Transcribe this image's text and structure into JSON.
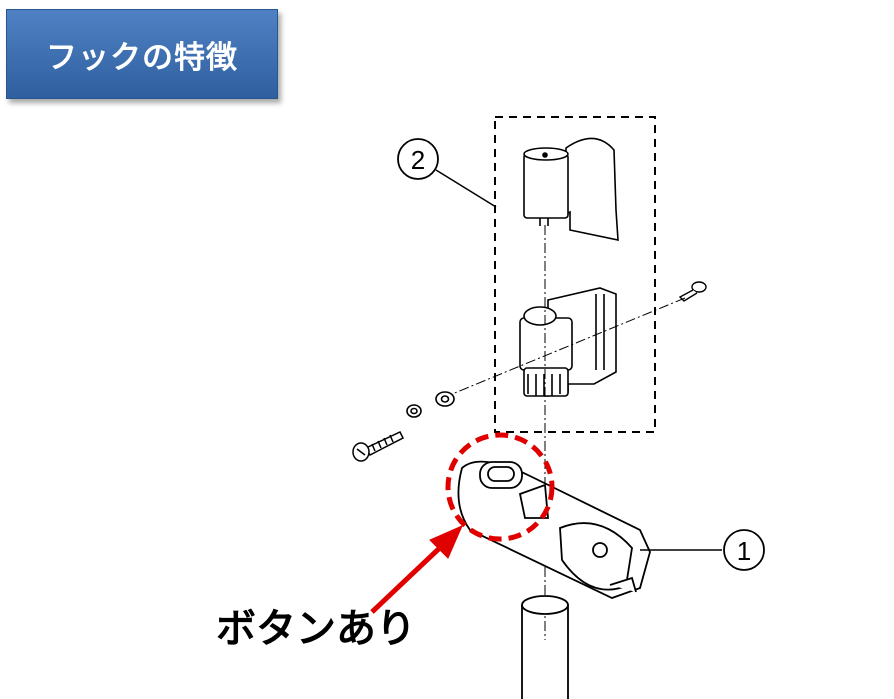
{
  "title": "フックの特徴",
  "callout": {
    "label": "ボタンあり",
    "highlight_color": "#e00000"
  },
  "parts": [
    {
      "number": "1"
    },
    {
      "number": "2"
    }
  ],
  "colors": {
    "title_bg": "#3f70b2",
    "title_text": "#ffffff",
    "line": "#000000"
  }
}
